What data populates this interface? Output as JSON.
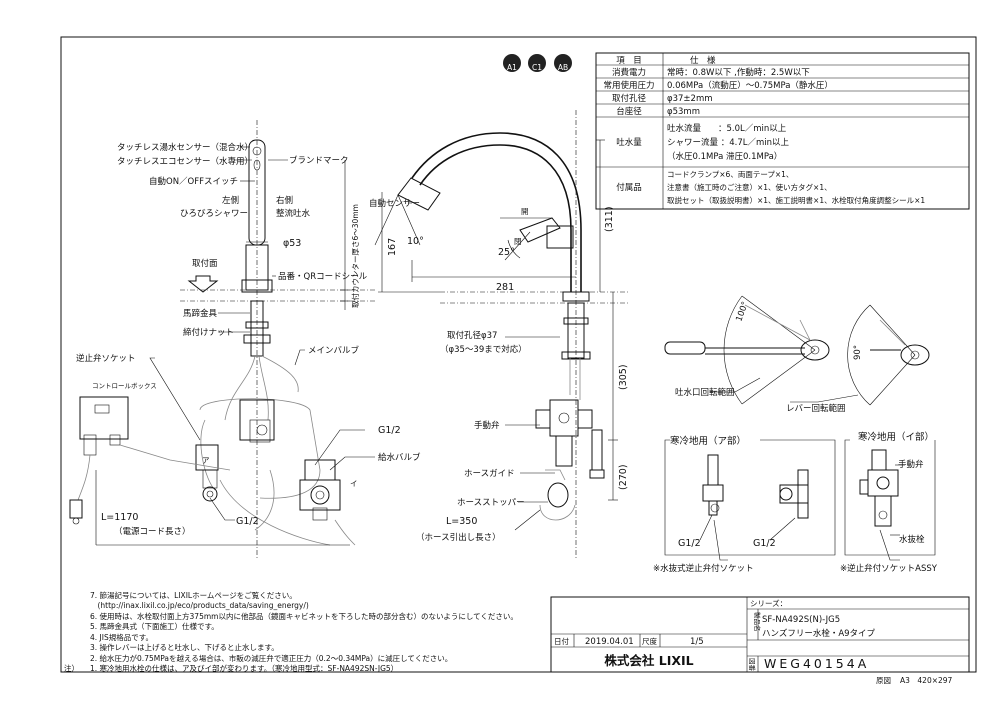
{
  "badges": [
    "A1",
    "C1",
    "AB"
  ],
  "spec": {
    "header": [
      "項　目",
      "仕　様"
    ],
    "rows": [
      {
        "label": "消費電力",
        "value": [
          "常時：0.8W以下 ,作動時：2.5W以下"
        ]
      },
      {
        "label": "常用使用圧力",
        "value": [
          "0.06MPa（流動圧）～0.75MPa（静水圧）"
        ]
      },
      {
        "label": "取付孔径",
        "value": [
          "φ37±2mm"
        ]
      },
      {
        "label": "台座径",
        "value": [
          "φ53mm"
        ]
      },
      {
        "label": "吐水量",
        "value": [
          "吐水流量　　：5.0L／min以上",
          "シャワー流量 ：4.7L／min以上",
          "（水圧0.1MPa 滞圧0.1MPa）"
        ]
      },
      {
        "label": "付属品",
        "value": [
          "コードクランプ×6、両面テープ×1、",
          "注意書（施工時のご注意）×1、使い方タグ×1、",
          "取説セット（取扱説明書）×1、施工説明書×1、水栓取付角度調整シール×1"
        ]
      }
    ]
  },
  "labels": {
    "touchless_warm": "タッチレス湯水センサー（混合水）",
    "touchless_eco": "タッチレスエコセンサー（水専用）",
    "auto_switch": "自動ON／OFFスイッチ",
    "brand_mark": "ブランドマーク",
    "left": "左側",
    "shower": "ひろびろシャワー",
    "right": "右側",
    "straight": "整流吐水",
    "phi53": "φ53",
    "mount_surface": "取付面",
    "qr": "品番・QRコードシール",
    "counter_thickness": "取付カウンター厚さ6～30mm",
    "horseshoe": "馬蹄金具",
    "nut": "締付けナット",
    "check_valve_socket": "逆止弁ソケット",
    "main_valve": "メインバルブ",
    "control_box": "コントロールボックス",
    "g12": "G1/2",
    "supply_valve": "給水バルブ",
    "cord_length_l": "L=1170",
    "cord_length": "（電源コード長さ）",
    "g12_bottom": "G1/2",
    "auto_sensor": "自動センサー",
    "angle10": "10°",
    "angle25": "25°",
    "open": "開",
    "closed": "閉",
    "dim167": "167",
    "dim281": "281",
    "dim311": "(311)",
    "hole": "取付孔径φ37",
    "hole_range": "（φ35～39まで対応）",
    "dim305": "(305)",
    "dim270": "(270)",
    "manual_valve": "手動弁",
    "hose_guide": "ホースガイド",
    "hose_stopper": "ホースストッパー",
    "hose_l": "L=350",
    "hose_length": "（ホース引出し長さ）",
    "angle100": "100°",
    "angle90": "90°",
    "spout_range": "吐水口回転範囲",
    "lever_range": "レバー回転範囲",
    "cold_a": "寒冷地用（ア部）",
    "cold_i": "寒冷地用（イ部）",
    "g12_a": "G1/2",
    "g12_b": "G1/2",
    "manual_valve2": "手動弁",
    "drain_plug": "水抜栓",
    "drain_check_socket": "※水抜式逆止弁付ソケット",
    "check_socket_assy": "※逆止弁付ソケットASSY",
    "marker_a": "ア",
    "marker_i": "イ"
  },
  "notes": [
    "7. 節湯記号については、LIXILホームページをご覧ください。",
    "　(http://inax.lixil.co.jp/eco/products_data/saving_energy/)",
    "6. 使用時は、水栓取付面上方375mm以内に他部品（鏡面キャビネットを下ろした時の部分含む）のないようにしてください。",
    "5. 馬蹄金具式（下面施工）仕様です。",
    "4. JIS規格品です。",
    "3. 操作レバーは上げると吐水し、下げると止水します。",
    "2. 給水圧力が0.75MPaを越える場合は、市販の減圧弁で適正圧力（0.2～0.34MPa）に減圧してください。",
    "1. 寒冷地用水栓の仕様は、ア及びイ部が変わります。（寒冷地用型式：SF-NA492SN-JG5）"
  ],
  "notes_prefix": "注）",
  "title_block": {
    "series_label": "シリーズ：",
    "product_label": "製品名",
    "model": "SF-NA492S(N)-JG5",
    "name": "ハンズフリー水栓・A9タイプ",
    "date_label": "日付",
    "date": "2019.04.01",
    "scale_label": "尺度",
    "scale": "1/5",
    "company": "株式会社 LIXIL",
    "drawing_label": "図番",
    "drawing_no": "WEG40154A",
    "original_label": "原図",
    "original": "A3　420×297"
  }
}
